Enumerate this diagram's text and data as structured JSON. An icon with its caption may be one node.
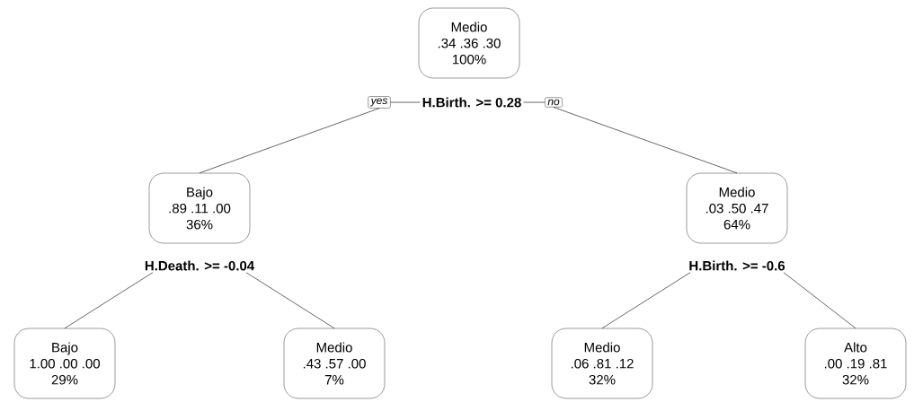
{
  "diagram": {
    "nodes": [
      {
        "text": [
          "Medio",
          ".34 .36 .30",
          "100%"
        ]
      },
      {
        "text": [
          "yes"
        ]
      },
      {
        "text": [
          "H.Birth. >= 0.28"
        ]
      },
      {
        "text": [
          "no"
        ]
      },
      {
        "text": [
          "Bajo",
          ".89 .11 .00",
          "36%"
        ]
      },
      {
        "text": [
          "Medio",
          ".03 .50 .47",
          "64%"
        ]
      },
      {
        "text": [
          "H.Death. >= -0.04"
        ]
      },
      {
        "text": [
          "H.Birth. >= -0.6"
        ]
      },
      {
        "text": [
          "Bajo",
          "1.00 .00 .00",
          "29%"
        ]
      },
      {
        "text": [
          "Medio",
          ".43 .57 .00",
          "7%"
        ]
      },
      {
        "text": [
          "Medio",
          ".06 .81 .12",
          "32%"
        ]
      },
      {
        "text": [
          "Alto",
          ".00 .19 .81",
          "32%"
        ]
      }
    ],
    "edges": [
      {
        "from": 2,
        "to": 1,
        "arrow": "none"
      },
      {
        "from": 2,
        "to": 3,
        "arrow": "none"
      },
      {
        "from": 1,
        "to": 4,
        "arrow": "none"
      },
      {
        "from": 3,
        "to": 5,
        "arrow": "none"
      },
      {
        "from": 6,
        "to": 8,
        "arrow": "none"
      },
      {
        "from": 6,
        "to": 9,
        "arrow": "none"
      },
      {
        "from": 7,
        "to": 10,
        "arrow": "none"
      },
      {
        "from": 7,
        "to": 11,
        "arrow": "none"
      }
    ]
  }
}
